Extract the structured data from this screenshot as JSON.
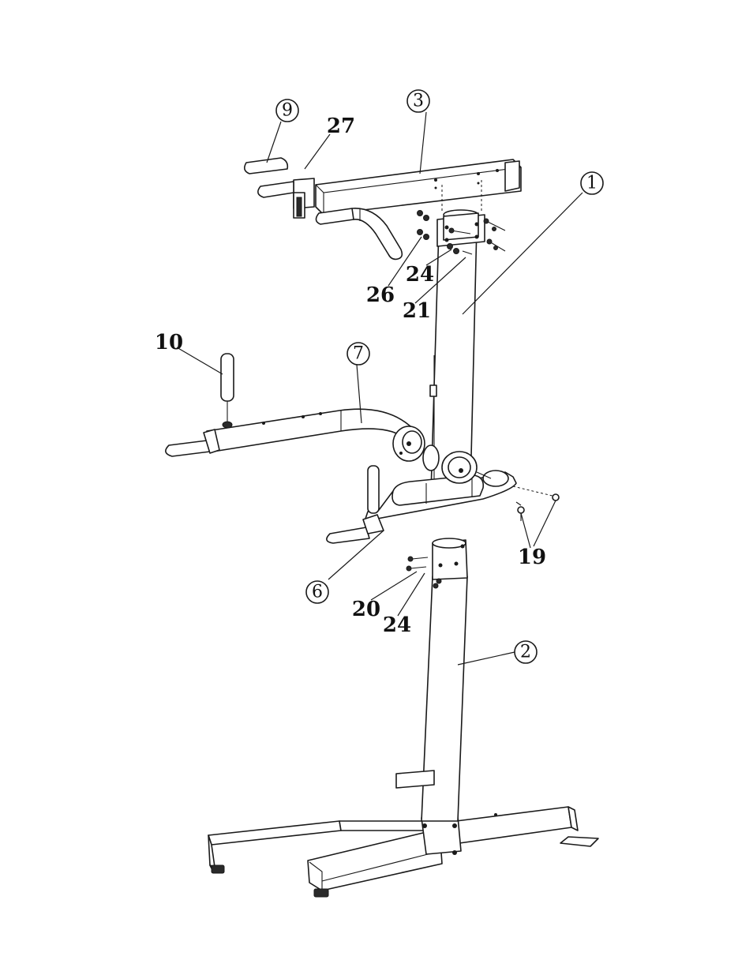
{
  "callouts": {
    "part_1": "1",
    "part_2": "2",
    "part_3": "3",
    "part_6": "6",
    "part_7": "7",
    "part_9": "9"
  },
  "refs": {
    "ref_10": "10",
    "ref_27": "27",
    "ref_26": "26",
    "ref_24_upper": "24",
    "ref_21": "21",
    "ref_19": "19",
    "ref_20": "20",
    "ref_24_lower": "24"
  }
}
